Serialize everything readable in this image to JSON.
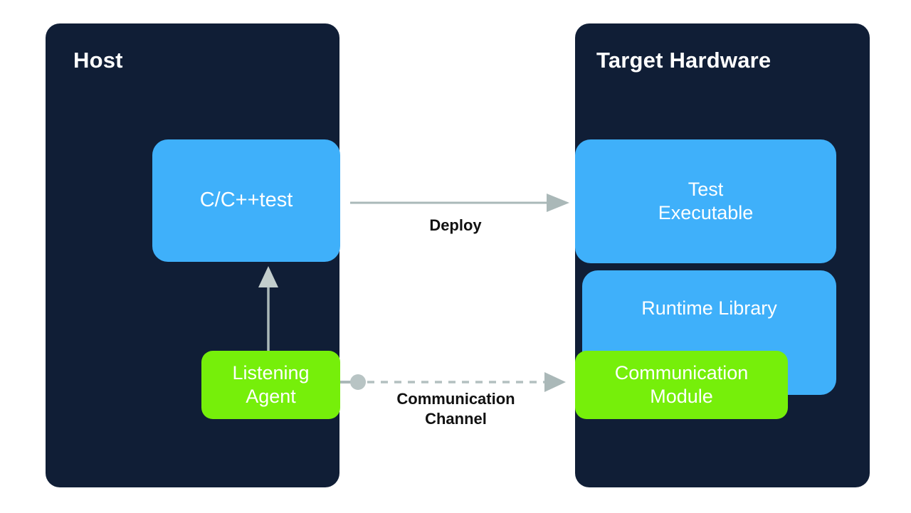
{
  "diagram": {
    "title_hidden": "",
    "background": "#ffffff",
    "colors": {
      "panel": "#101e36",
      "blue_box": "#3fb0fa",
      "green_box": "#76ef0a",
      "connector": "#aab8b8",
      "label_text": "#111111",
      "box_text": "#ffffff"
    },
    "panels": [
      {
        "id": "host",
        "title": "Host"
      },
      {
        "id": "target",
        "title": "Target Hardware"
      }
    ],
    "nodes": [
      {
        "id": "cpptest",
        "label": "C/C++test",
        "color": "blue",
        "panel": "host"
      },
      {
        "id": "listening",
        "label": "Listening\nAgent",
        "color": "green",
        "panel": "host"
      },
      {
        "id": "testexe",
        "label": "Test\nExecutable",
        "color": "blue",
        "panel": "target"
      },
      {
        "id": "runtime",
        "label": "Runtime Library",
        "color": "blue",
        "panel": "target"
      },
      {
        "id": "commmod",
        "label": "Communication\nModule",
        "color": "green",
        "panel": "target"
      }
    ],
    "connectors": [
      {
        "id": "deploy",
        "label": "Deploy",
        "style": "solid",
        "from": "cpptest",
        "to": "testexe",
        "arrow": "end"
      },
      {
        "id": "channel",
        "label": "Communication\nChannel",
        "style": "dashed",
        "from": "commmod",
        "to": "listening",
        "arrow": "start-circle-end-triangle"
      }
    ]
  }
}
